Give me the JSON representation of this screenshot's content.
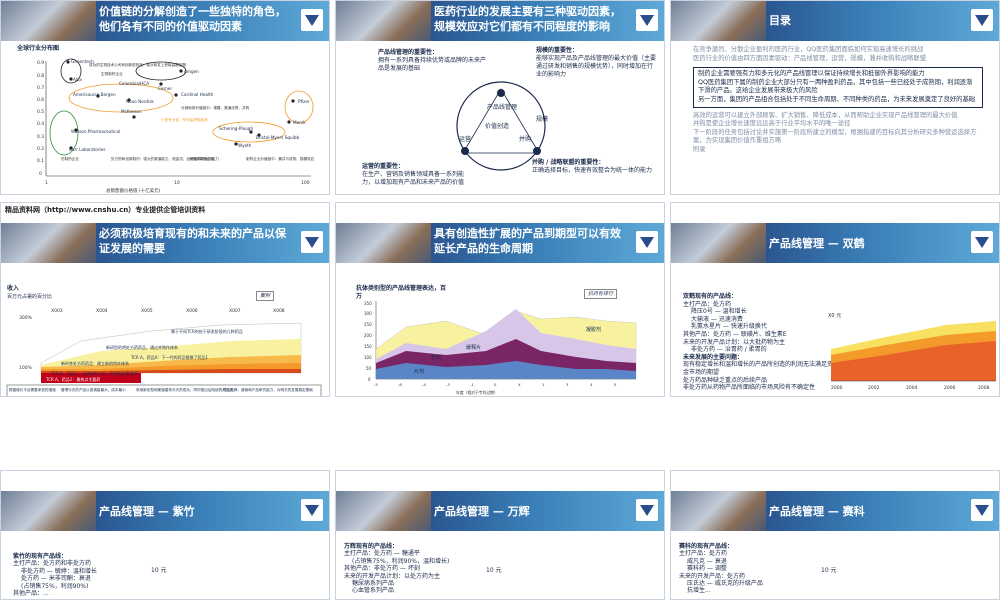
{
  "colors": {
    "banner_dark": "#1c2f6b",
    "banner_light": "#5ea9d8",
    "orange": "#f39a2a",
    "purple": "#7a2566",
    "yellow": "#f8f2a0"
  },
  "slides": {
    "s1": {
      "title": "价值链的分解创造了一些独特的角色，他们各有不同的价值驱动因素",
      "subtitle": "全球行业分布图",
      "ylabel": "股东总回报 (1987-1997年平均值)",
      "xlabel": "总销售额价格值 (十亿美元)",
      "companies": [
        "Genentech",
        "Alza",
        "Amgen",
        "Cerner",
        "Columbia/HCA",
        "Amerisource Bergen",
        "Novo Nordisk",
        "Cardinal Health",
        "McKesson",
        "Pfizer",
        "Merck",
        "Watson Pharmaceutical",
        "Schering-Plough",
        "Bristol-Myers Squibb",
        "Wyeth",
        "Barr Laboratories"
      ],
      "notes": [
        "成功的生物技术公司和创新型药品：能从研发上获取高额回报",
        "生物制药企业",
        "分销商将价值链中：规模、渠道优势、并购",
        "仿制药企业",
        "处方药和创新制剂：强大的渠道能力，现金流、品牌及市场营销能力",
        "大规模制药企业",
        "制药企业价值链中：兼并与收购、规模效应",
        "小型专业化、专利保护和技术"
      ],
      "ticks_y": [
        "0.9",
        "0.8",
        "0.7",
        "0.6",
        "0.5",
        "0.4",
        "0.3",
        "0.2",
        "0.1",
        "0"
      ],
      "ticks_x": [
        "1",
        "10",
        "100"
      ]
    },
    "s2": {
      "title": "医药行业的发展主要有三种驱动因素，规模效应对它们都有不同程度的影响",
      "box_left_title": "产品线管理的重要性：",
      "box_left": "拥有一系列具备持续优势或品牌的未来产品是发展的基础",
      "box_right_title": "规模的重要性：",
      "box_right": "能够实现产品及产品线管理的最大价值（主要通过研发和销售的规模优势），同时增加在行业的影响力",
      "box_bottom_left_title": "运营的重要性：",
      "box_bottom_left": "在生产、营销及销售领域具备一系列能力，以增加现有产品和未来产品的价值",
      "box_bottom_right_title": "并购 / 战略联盟的重要性：",
      "box_bottom_right": "正确选择目标，快速有效整合为统一体的能力",
      "center_top": "产品线管理",
      "center_mid": "价值创造",
      "center_left": "运营",
      "center_right": "规模",
      "center_bottom": "并购"
    },
    "s3": {
      "title": "目录",
      "items": [
        "在竞争激烈、分散企业盈利的医药行业，QQ医药集团面临如何实现高速增长的挑战",
        "医药行业的价值由四方面因素驱动：产品线管理，运营，规模，兼并收购和战略联盟"
      ],
      "boxed_title": "制药企业需要强有力和多元化的产品线管理以保证持续增长和抵御外界影响的能力",
      "boxed_items": [
        "QQ医药集团下属的制药企业大部分只有一两种盈利药品，其中包括一些已经处于成熟期，利润逐渐下滑的产品。这给企业发展带来极大的风险",
        "另一方面，集团的产品组合包括处于不同生命周期、不同种类的药品，为未来发展奠定了良好的基础"
      ],
      "more_items": [
        "高效的运营可以建立外部顾客、扩大销售、降低成本，从而帮助企业实现产品线管理的最大价值",
        "并购是使企业增长速度远远高于行业平均水平的唯一途径",
        "下一阶段的任务包括讨论并实施第一阶段所建立的模型，根据指建的目标向其分析研究多种营运选择方案，为实现集团价值作重组方略",
        "附录"
      ]
    },
    "s4": {
      "header_link": "精品资料网（http://www.cnshu.cn）专业提供企管培训资料",
      "title": "必须积极培育现有的和未来的产品以保证发展的需要",
      "ylabel_top": "收入",
      "ylabel_sub": "百万元占署的百分比",
      "tag": "案例",
      "years": [
        "X003",
        "X004",
        "X005",
        "X006",
        "X007",
        "X008"
      ],
      "y_labels": [
        "300%",
        "100%"
      ],
      "annotations": [
        "属于不同TCR的处于研发阶段的几种药品",
        "新研型的将处方药药品，通过并购作体系",
        "TCR A，药品X：下一代的药品替换了药品1",
        "新的各处方药药品：建立新的特许体系",
        "TCR B，药品1：已经有的产品，利润的主要来源",
        "TCR A，药品1：最热点主要药"
      ],
      "bottom_cells": [
        "根建增长平台需要承担的措施",
        "管理今天的产品以促销量最大，成本最小",
        "采用新形型和渠道建构今天的成功，同时推出后陆续的产品线",
        "建立品牌，营销和产品研究能力，为明天的发展奠定基础"
      ]
    },
    "s5": {
      "title": "具有创造性扩展的产品到期型可以有效延长产品的生命周期",
      "chart_title": "抗体类别型的产品线管理表达，百万",
      "tag": "抗药有排行",
      "xlabel": "年度（相对于专利过期）",
      "series_labels": [
        "凝胶剂",
        "缓释片",
        "粉剂",
        "片剂"
      ],
      "y_ticks": [
        "350",
        "300",
        "250",
        "200",
        "150",
        "100",
        "50",
        "0"
      ],
      "x_ticks": [
        "-5",
        "-6",
        "-4",
        "-3",
        "-1",
        "0",
        "X",
        "1",
        "3",
        "4",
        "5"
      ]
    },
    "s6": {
      "title": "产品线管理 — 双鹤",
      "lines": [
        "双鹤现有的产品线：",
        "主打产品：处方药",
        "降压0号 — 温和增长",
        "大输液 — 迅速消费",
        "乳氨水星片 — 快速升级换代",
        "其他产品：处方药 — 联磺片、维生素E",
        "未来的开发产品计划：以大批药物为主",
        "非处方药 — 治胃药 / 柔胃的",
        "未来发展的主要问题：",
        "现有稳定增长和温和增长的产品所创造的利润无法满足资金市场的期望",
        "处方药品种缺乏重点的后续产品",
        "非处方药从药物产品所面临的市场风险有不确定性"
      ],
      "x_ticks": [
        "2000",
        "2002",
        "2004",
        "2006",
        "2008"
      ],
      "y_tag": "X0 元"
    },
    "s7": {
      "title": "产品线管理 — 紫竹",
      "lines": [
        "紫竹的现有产品线：",
        "主打产品：处方药和非处方药",
        "非处方药 — 毓婷：温和增长",
        "处方药 — 米非司酮：衰退",
        "(占销售75%，利润90%)",
        "其他产品：..."
      ],
      "y_tag": "10 元"
    },
    "s8": {
      "title": "产品线管理 — 万辉",
      "lines": [
        "万辉现有的产品线：",
        "主打产品：处方药 — 糖通平",
        "(占销售75%，利润90%，温和增长)",
        "其他产品：非处方药 — 坏刻",
        "未来的开发产品计划：以处方药为主",
        "糖尿病系列产品",
        "心血管系列产品"
      ],
      "y_tag": "10 元"
    },
    "s9": {
      "title": "产品线管理 — 赛科",
      "lines": [
        "赛科的现有产品线：",
        "主打产品：处方药",
        "威凡克 — 衰退",
        "赛科药 — 调整",
        "未来的开发产品：处方药",
        "压氏达 — 威氏克的升级产品",
        "抗增生..."
      ],
      "y_tag": "10 元"
    }
  }
}
